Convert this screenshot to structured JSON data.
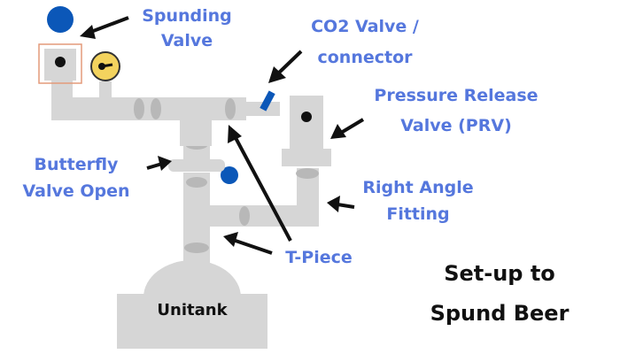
{
  "labels": {
    "spunding_valve": [
      "Spunding",
      "Valve"
    ],
    "co2_valve": [
      "CO2 Valve /",
      "connector"
    ],
    "prv": [
      "Pressure Release",
      "Valve (PRV)"
    ],
    "butterfly": [
      "Butterfly",
      "Valve Open"
    ],
    "right_angle": [
      "Right Angle",
      "Fitting"
    ],
    "t_piece": "T-Piece",
    "tank": "Unitank"
  },
  "title": [
    "Set-up to",
    "Spund Beer"
  ],
  "colors": {
    "label": "#5577dd",
    "pipe": "#d6d6d6",
    "joint": "#b8b8b8",
    "valve_blue": "#0b57b8",
    "gauge_yellow": "#f3d35e",
    "outline_orange": "#e49a7a"
  }
}
